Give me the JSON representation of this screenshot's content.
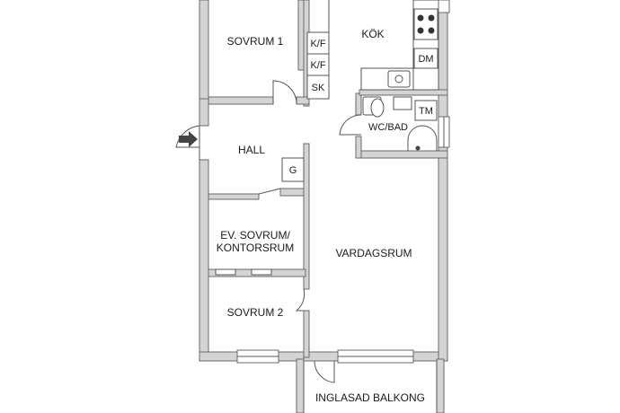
{
  "rooms": {
    "bedroom1": "SOVRUM 1",
    "kitchen": "KÖK",
    "wc_bath": "WC/BAD",
    "hall": "HALL",
    "study": "EV. SOVRUM/",
    "study2": "KONTORSRUM",
    "living": "VARDAGSRUM",
    "bedroom2": "SOVRUM 2",
    "balcony": "INGLASAD BALKONG"
  },
  "fixtures": {
    "kf1": "K/F",
    "kf2": "K/F",
    "sk": "SK",
    "dm": "DM",
    "tm": "TM",
    "g": "G"
  }
}
